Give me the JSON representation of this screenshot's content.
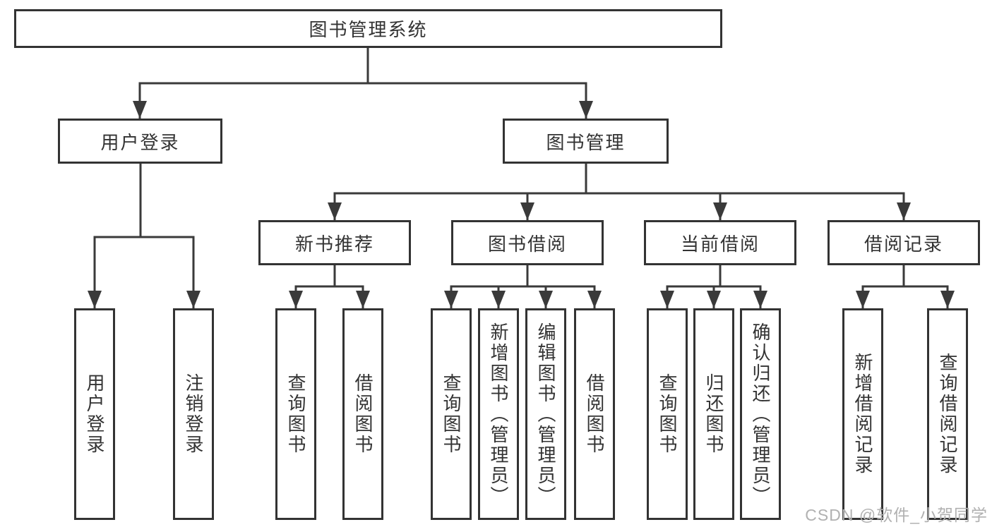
{
  "watermark": "CSDN @软件_小贺同学",
  "colors": {
    "background": "#ffffff",
    "connector_line": "#3a3a3a",
    "box_border": "#333333",
    "box_fill": "#ffffff",
    "text": "#333333",
    "watermark_text": "#b1b1b1"
  },
  "tree": {
    "root": {
      "label": "图书管理系统"
    },
    "level2": [
      {
        "label": "用户登录",
        "parent": "图书管理系统"
      },
      {
        "label": "图书管理",
        "parent": "图书管理系统"
      }
    ],
    "level3": [
      {
        "label": "新书推荐",
        "parent": "图书管理"
      },
      {
        "label": "图书借阅",
        "parent": "图书管理"
      },
      {
        "label": "当前借阅",
        "parent": "图书管理"
      },
      {
        "label": "借阅记录",
        "parent": "图书管理"
      }
    ],
    "leaves": [
      {
        "label": "用户登录",
        "parent": "用户登录"
      },
      {
        "label": "注销登录",
        "parent": "用户登录"
      },
      {
        "label": "查询图书",
        "parent": "新书推荐"
      },
      {
        "label": "借阅图书",
        "parent": "新书推荐"
      },
      {
        "label": "查询图书",
        "parent": "图书借阅"
      },
      {
        "label": "新增图书（管理员）",
        "parent": "图书借阅"
      },
      {
        "label": "编辑图书（管理员）",
        "parent": "图书借阅"
      },
      {
        "label": "借阅图书",
        "parent": "图书借阅"
      },
      {
        "label": "查询图书",
        "parent": "当前借阅"
      },
      {
        "label": "归还图书",
        "parent": "当前借阅"
      },
      {
        "label": "确认归还（管理员）",
        "parent": "当前借阅"
      },
      {
        "label": "新增借阅记录",
        "parent": "借阅记录"
      },
      {
        "label": "查询借阅记录",
        "parent": "借阅记录"
      }
    ]
  }
}
